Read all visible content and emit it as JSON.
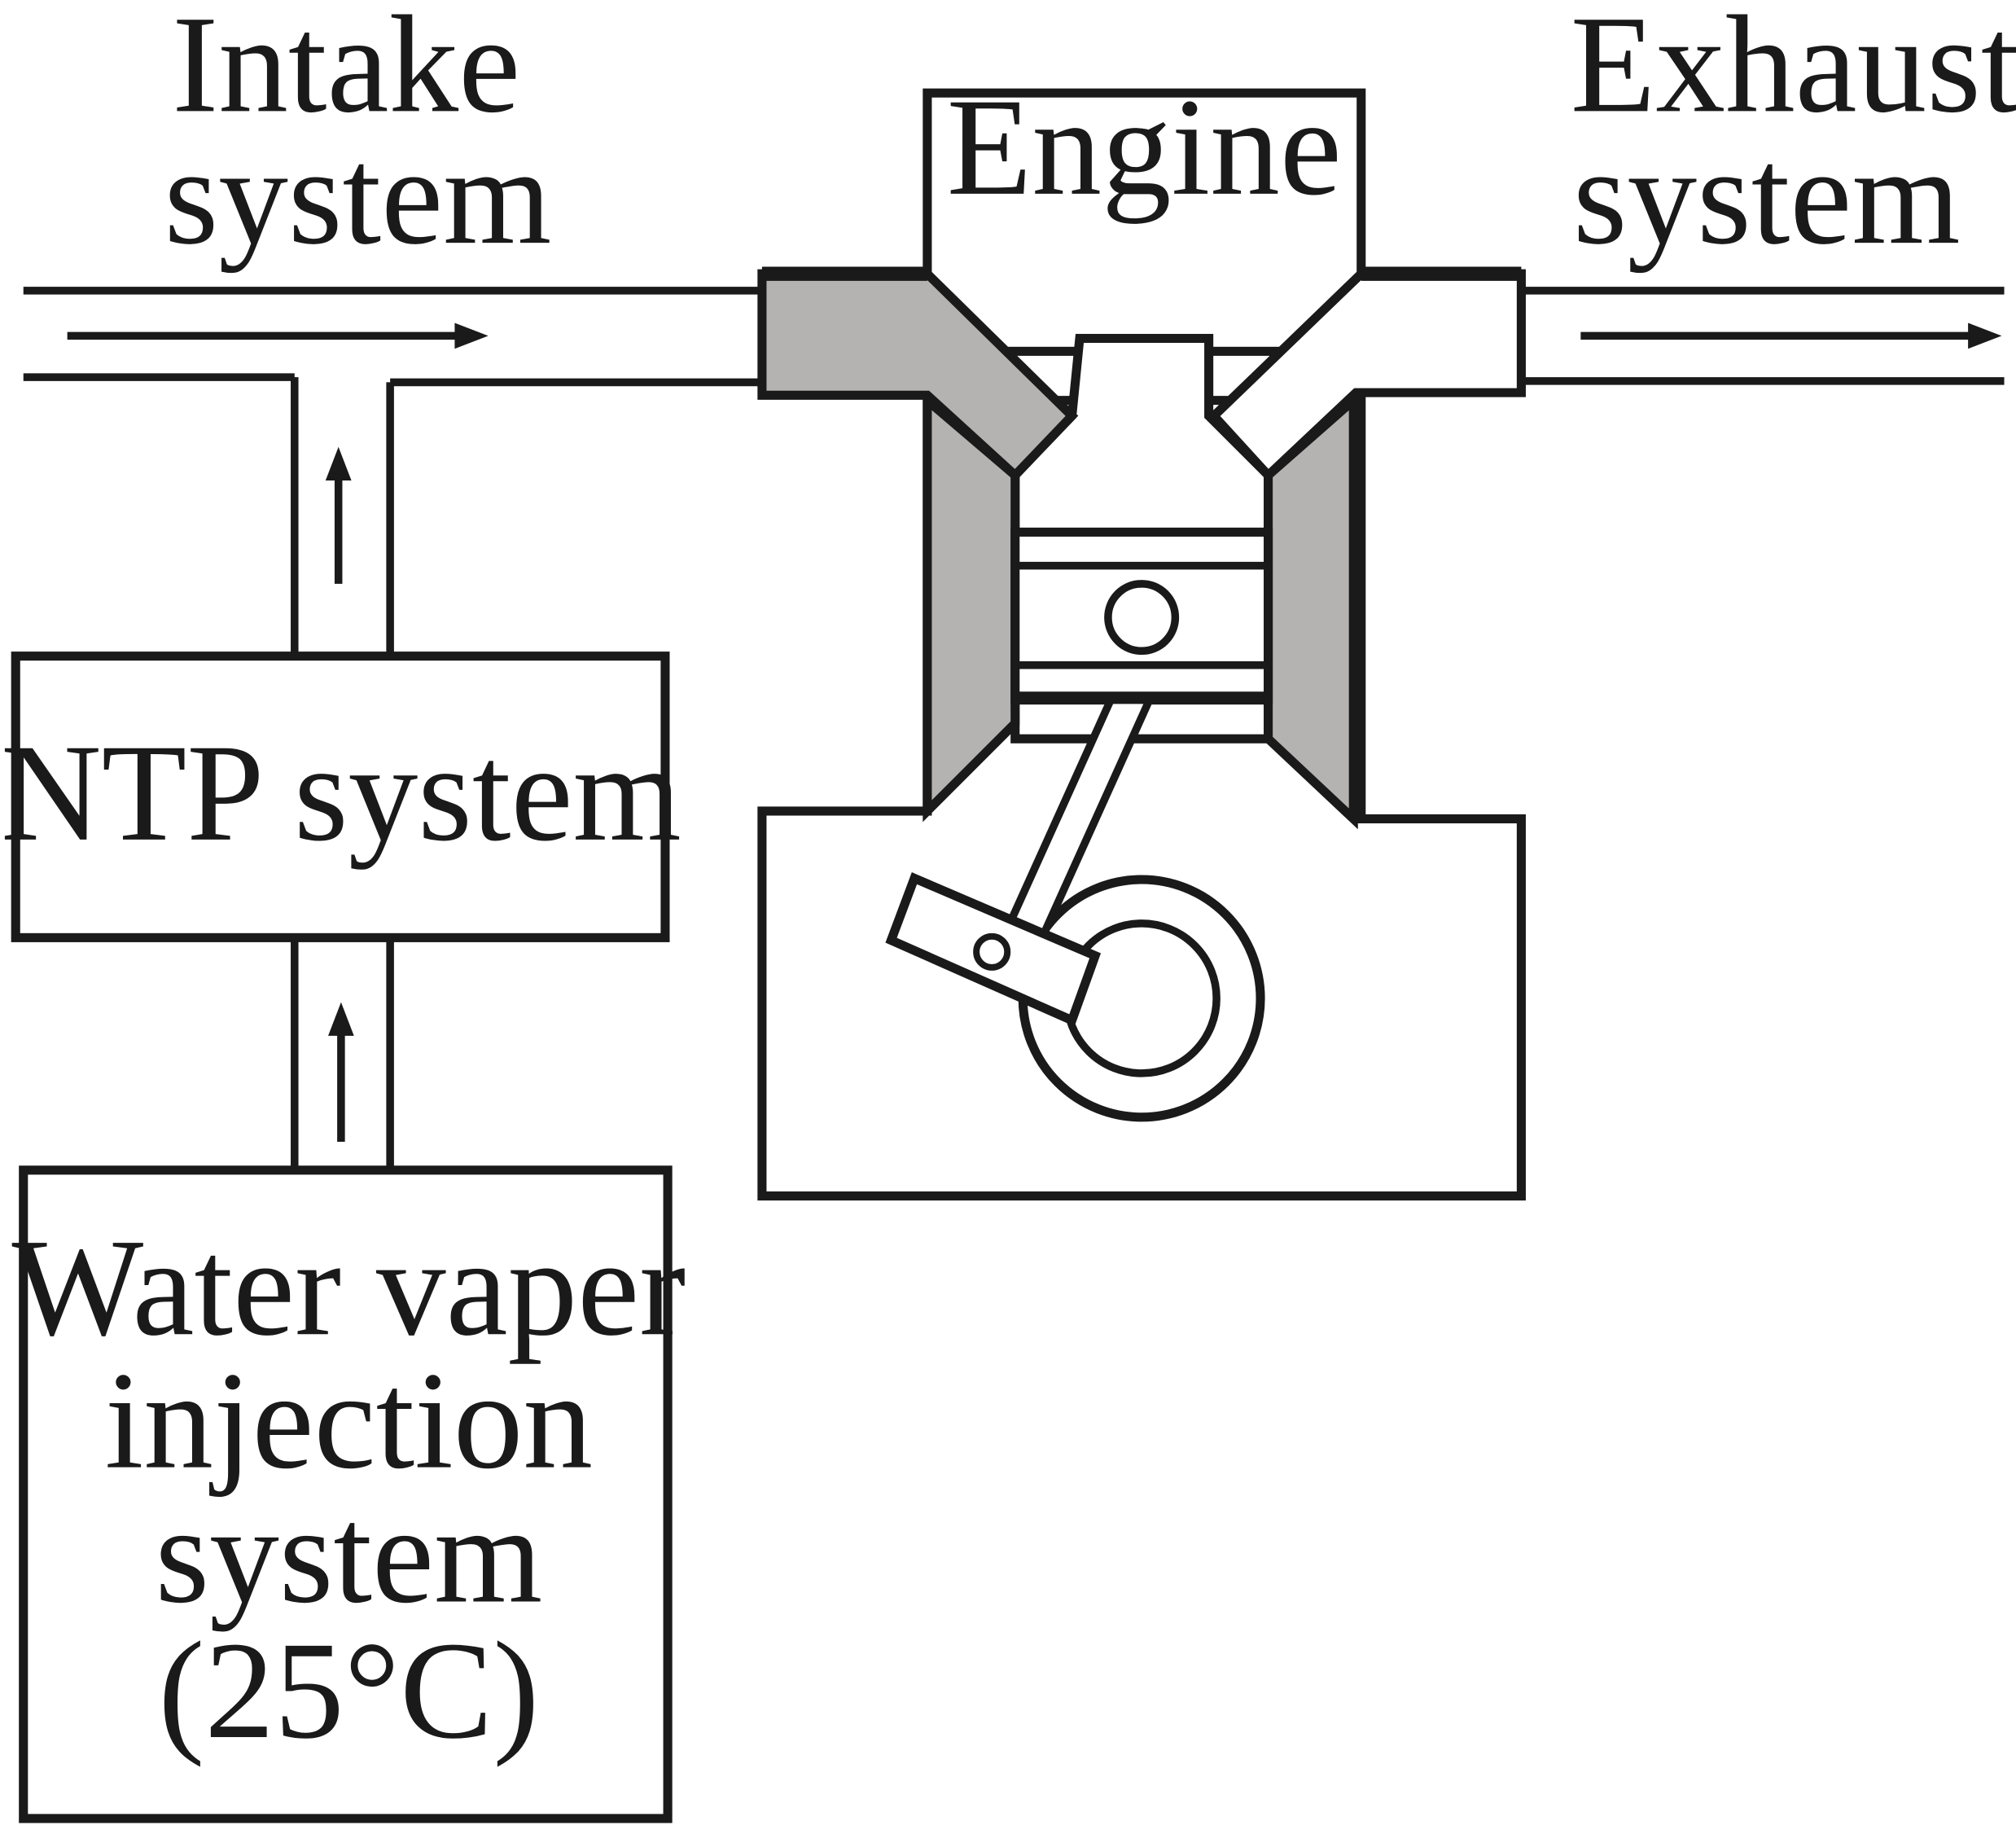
{
  "labels": {
    "intake": [
      "Intake",
      "system"
    ],
    "exhaust": [
      "Exhaust",
      "system"
    ],
    "engine": "Engine",
    "ntp": "NTP system",
    "water": [
      "Water vaper",
      "injection",
      "system",
      "(25°C)"
    ]
  },
  "colors": {
    "line": "#1a1a1a",
    "shade": "#b5b2b2",
    "background": "#ffffff"
  }
}
